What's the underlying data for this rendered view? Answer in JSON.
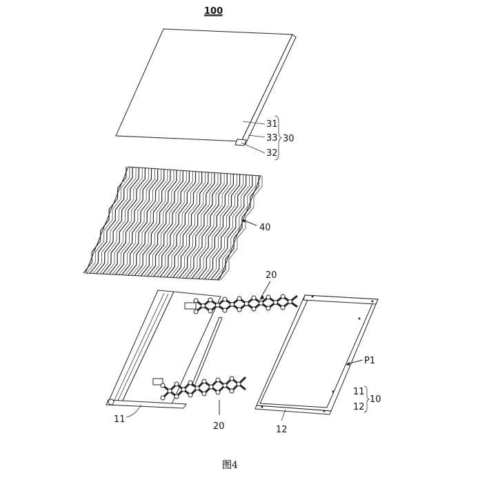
{
  "figure": {
    "assembly_ref": "100",
    "caption": "图4",
    "labels": {
      "l31": "31",
      "l33": "33",
      "l32": "32",
      "l30": "30",
      "l40": "40",
      "l20_top": "20",
      "l20_bottom": "20",
      "l11": "11",
      "l12": "12",
      "lP1": "P1",
      "l11_group": "11",
      "l12_group": "12",
      "l10": "10"
    }
  }
}
